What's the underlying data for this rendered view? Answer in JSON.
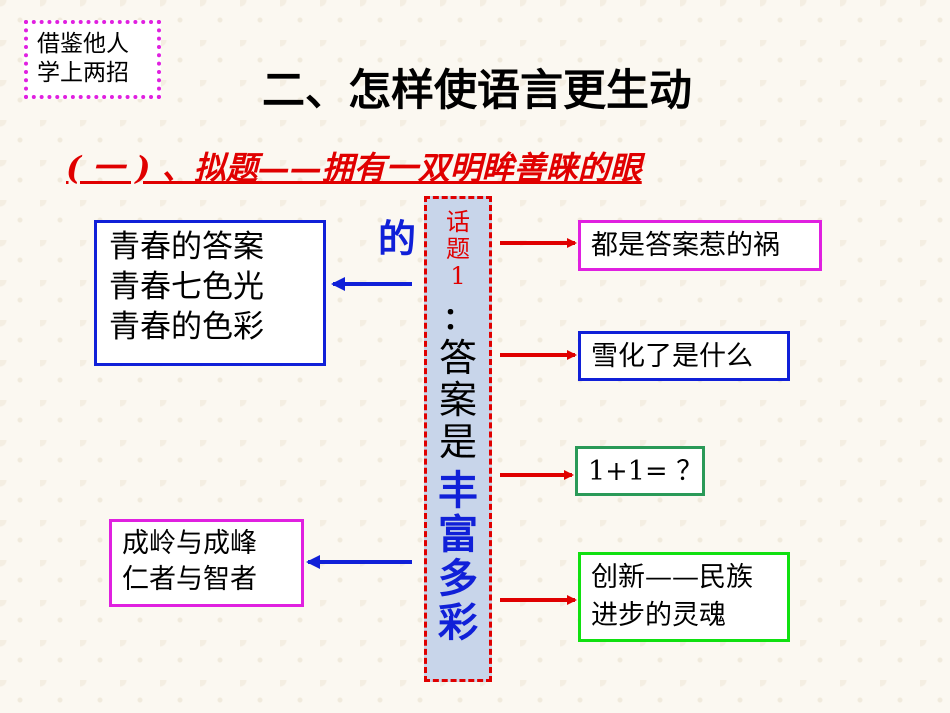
{
  "tag": {
    "line1": "借鉴他人",
    "line2": "学上两招"
  },
  "title": "二、怎样使语言更生动",
  "subtitle": "( 一 ) 、拟题——拥有一双明眸善睐的眼",
  "center": {
    "topic": [
      "话",
      "题",
      "1"
    ],
    "colon": "：",
    "main": [
      "答",
      "案",
      "是"
    ],
    "rich": [
      "丰",
      "富",
      "多",
      "彩"
    ],
    "de": "的"
  },
  "left_boxes": [
    {
      "lines": [
        "青春的答案",
        "青春七色光",
        "青春的色彩"
      ]
    },
    {
      "lines": [
        "成岭与成峰",
        "仁者与智者"
      ]
    }
  ],
  "right_boxes": [
    {
      "lines": [
        "都是答案惹的祸"
      ]
    },
    {
      "lines": [
        "雪化了是什么"
      ]
    },
    {
      "lines": [
        "1+1= ？"
      ]
    },
    {
      "lines": [
        "创新——民族",
        "进步的灵魂"
      ]
    }
  ],
  "colors": {
    "red": "#e00000",
    "blue": "#1020d8",
    "magenta": "#e020e0",
    "green": "#10e010",
    "dark_green": "#2a9a58"
  }
}
